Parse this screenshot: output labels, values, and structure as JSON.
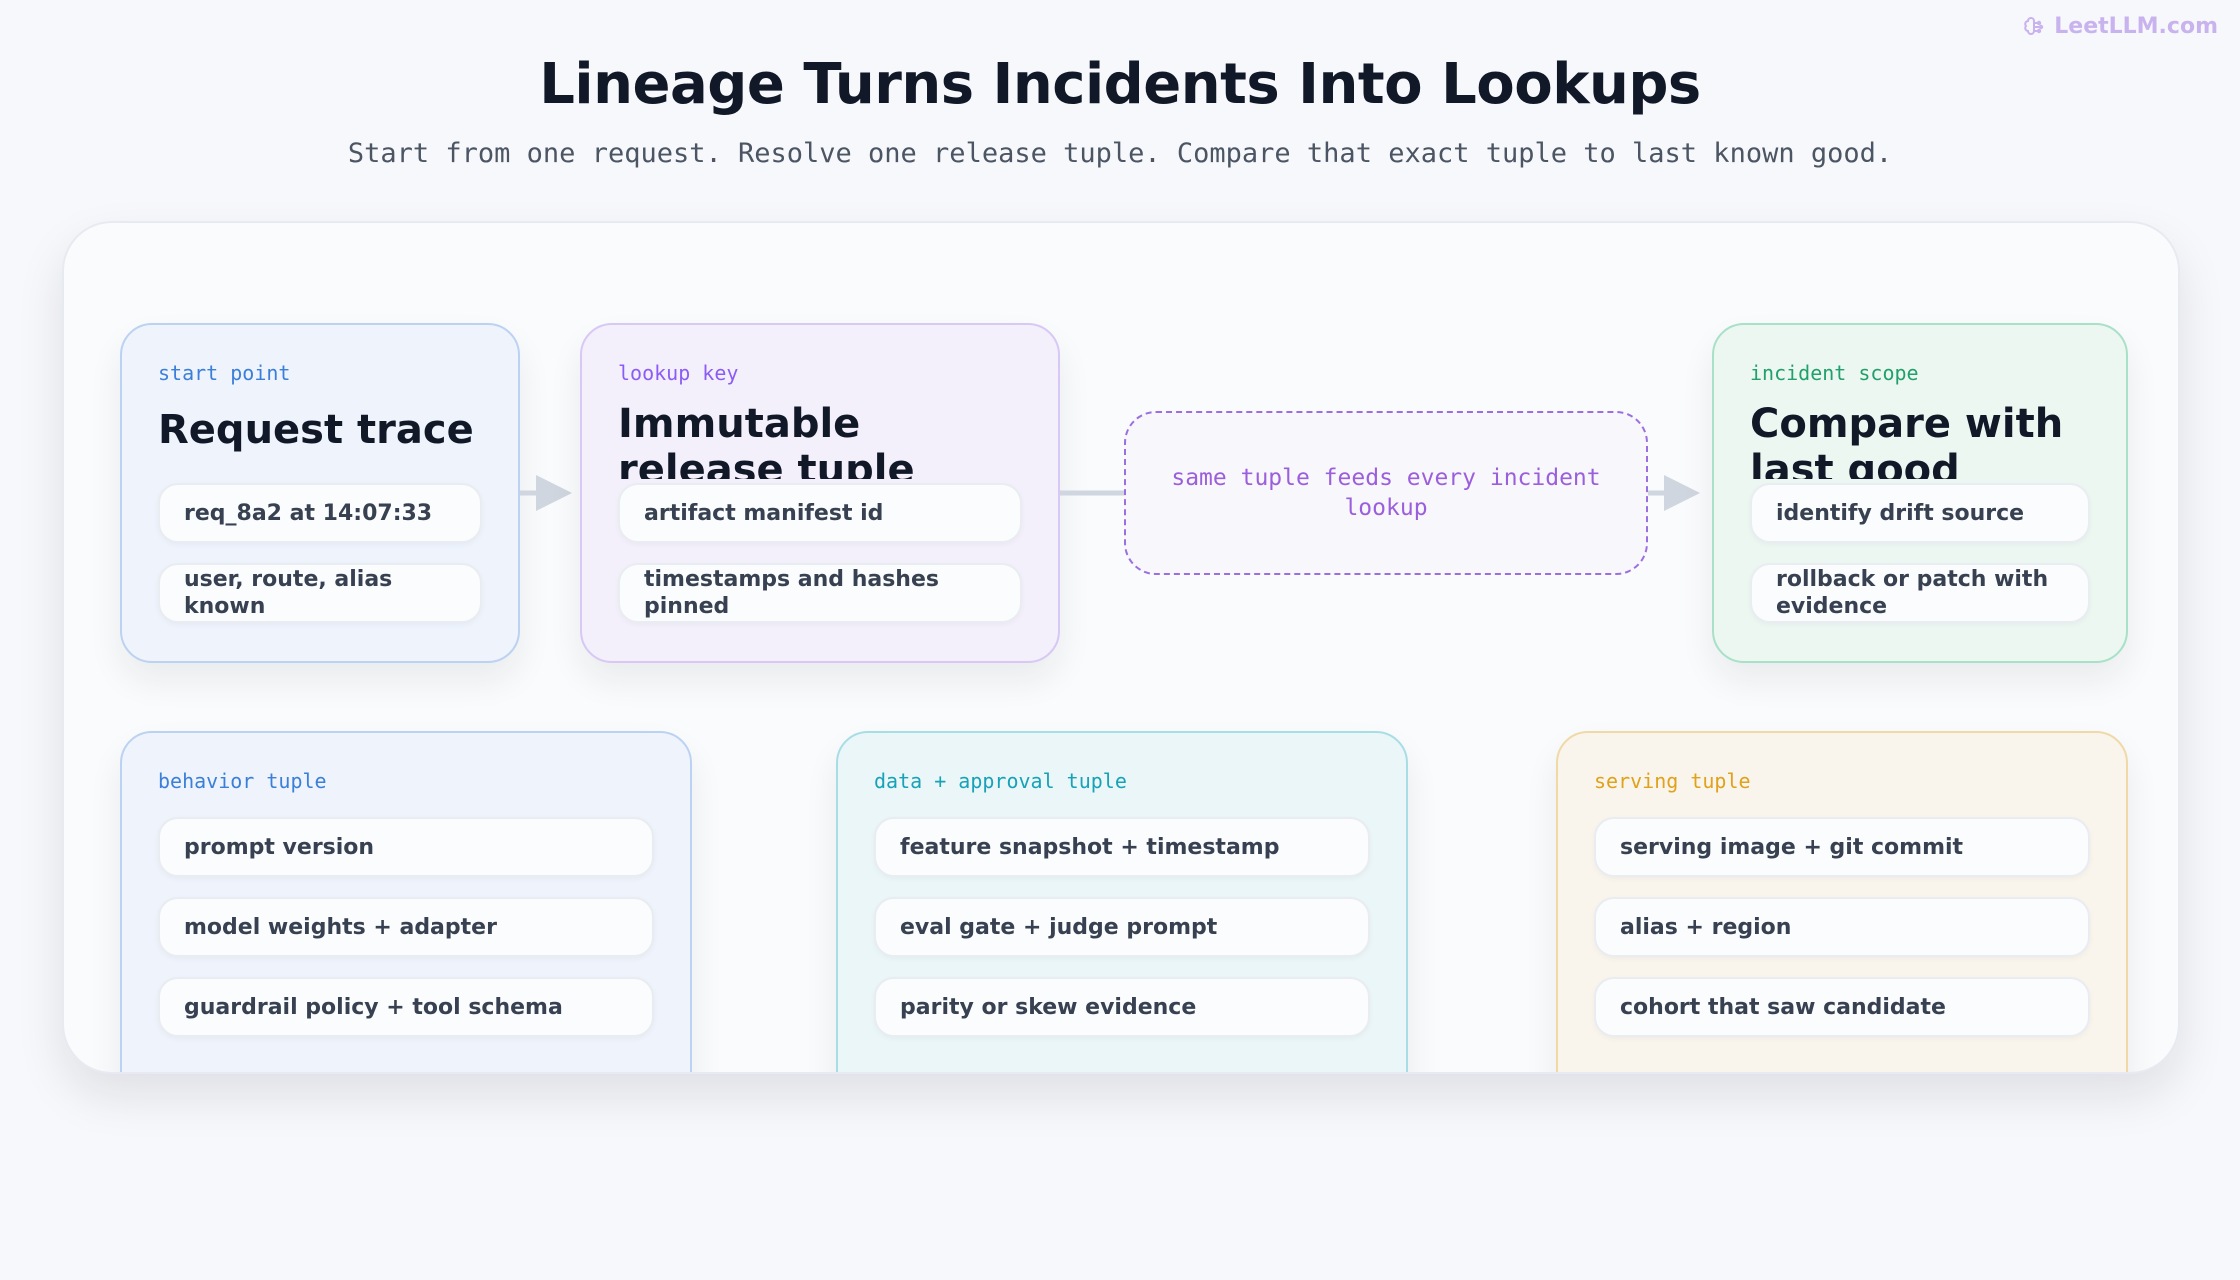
{
  "brand": {
    "name": "LeetLLM.com",
    "icon": "brain-icon",
    "color": "#c9b3ee"
  },
  "header": {
    "title": "Lineage Turns Incidents Into Lookups",
    "subtitle": "Start from one request. Resolve one release tuple. Compare that exact tuple to last known good."
  },
  "flow": {
    "request": {
      "tag": "start point",
      "title": "Request trace",
      "items": [
        "req_8a2 at 14:07:33",
        "user, route, alias known"
      ],
      "accent": "#3b7fd9"
    },
    "release": {
      "tag": "lookup key",
      "title": "Immutable release tuple",
      "items": [
        "artifact manifest id",
        "timestamps and hashes pinned"
      ],
      "accent": "#8b5cf6"
    },
    "callout": {
      "text": "same tuple feeds every incident lookup"
    },
    "scope": {
      "tag": "incident scope",
      "title": "Compare with last good",
      "items": [
        "identify drift source",
        "rollback or patch with evidence"
      ],
      "accent": "#22a06b"
    }
  },
  "tuples": {
    "behavior": {
      "tag": "behavior tuple",
      "items": [
        "prompt version",
        "model weights + adapter",
        "guardrail policy + tool schema"
      ],
      "accent": "#3b7fd9"
    },
    "data": {
      "tag": "data + approval tuple",
      "items": [
        "feature snapshot + timestamp",
        "eval gate + judge prompt",
        "parity or skew evidence"
      ],
      "accent": "#17a2b8"
    },
    "serving": {
      "tag": "serving tuple",
      "items": [
        "serving image + git commit",
        "alias + region",
        "cohort that saw candidate"
      ],
      "accent": "#e0a11b"
    }
  }
}
